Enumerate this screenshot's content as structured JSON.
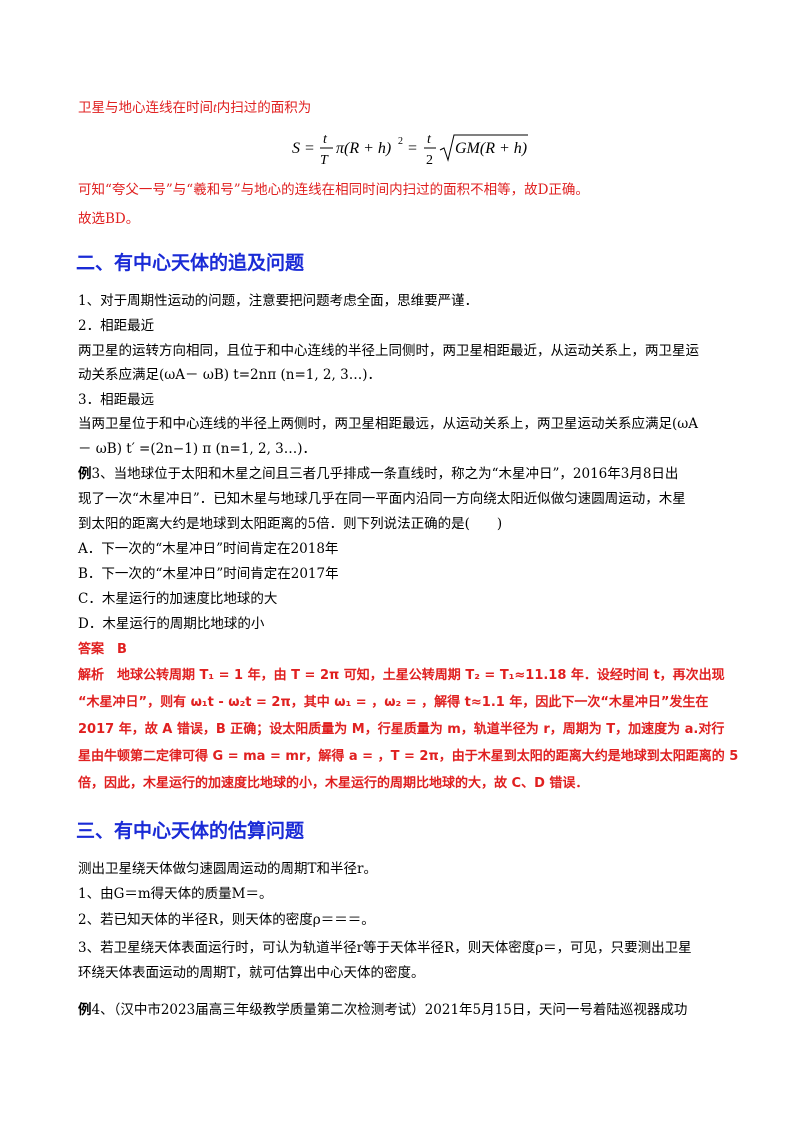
{
  "intro": {
    "line1_a": "卫星与地心连线在时间",
    "line1_var": "t",
    "line1_b": "内扫过的面积为",
    "conclusion": "可知“夸父一号”与“羲和号”与地心的连线在相同时间内扫过的面积不相等，故D正确。",
    "choice": "故选BD。"
  },
  "formula": {
    "lhs": "S",
    "eq": "=",
    "frac1_num": "t",
    "frac1_den": "T",
    "mid": "π(R + h)",
    "exp": "2",
    "eq2": "=",
    "frac2_num": "t",
    "frac2_den": "2",
    "root": "GM(R + h)"
  },
  "section2": {
    "title": "二、有中心天体的追及问题",
    "p1": "1、对于周期性运动的问题，注意要把问题考虑全面，思维要严谨．",
    "p2": "2．相距最近",
    "p3": "两卫星的运转方向相同，且位于和中心连线的半径上同侧时，两卫星相距最近，从运动关系上，两卫星运",
    "p4": "动关系应满足(ωA－ ωB) t=2nπ (n=1, 2, 3…)．",
    "p5": "3．相距最远",
    "p6": "当两卫星位于和中心连线的半径上两侧时，两卫星相距最远，从运动关系上，两卫星运动关系应满足(ωA",
    "p7": "－ ωB) t′ =(2n−1) π (n=1, 2, 3…)．"
  },
  "example3": {
    "label": "例",
    "l1": "3、当地球位于太阳和木星之间且三者几乎排成一条直线时，称之为“木星冲日”，2016年3月8日出",
    "l2": "现了一次“木星冲日”．已知木星与地球几乎在同一平面内沿同一方向绕太阳近似做匀速圆周运动，木星",
    "l3": "到太阳的距离大约是地球到太阳距离的5倍．则下列说法正确的是(　　)",
    "options": [
      "A．下一次的“木星冲日”时间肯定在2018年",
      "B．下一次的“木星冲日”时间肯定在2017年",
      "C．木星运行的加速度比地球的大",
      "D．木星运行的周期比地球的小"
    ],
    "answer": "答案　B",
    "analysis": [
      "解析　地球公转周期 T₁ = 1 年，由 T = 2π 可知，土星公转周期 T₂ = T₁≈11.18 年．设经时间 t，再次出现",
      "“木星冲日”，则有 ω₁t - ω₂t = 2π，其中 ω₁ = ，ω₂ = ，解得 t≈1.1 年，因此下一次“木星冲日”发生在",
      "2017 年，故 A 错误，B 正确；设太阳质量为 M，行星质量为 m，轨道半径为 r，周期为 T，加速度为 a.对行",
      "星由牛顿第二定律可得 G = ma = mr，解得 a = ，T = 2π，由于木星到太阳的距离大约是地球到太阳距离的 5",
      "倍，因此，木星运行的加速度比地球的小，木星运行的周期比地球的大，故 C、D 错误．"
    ]
  },
  "section3": {
    "title": "三、有中心天体的估算问题",
    "p1": "测出卫星绕天体做匀速圆周运动的周期T和半径r。",
    "p2": "1、由G＝m得天体的质量M＝。",
    "p3": "2、若已知天体的半径R，则天体的密度ρ＝＝＝。",
    "p4": "3、若卫星绕天体表面运行时，可认为轨道半径r等于天体半径R，则天体密度ρ＝，可见，只要测出卫星",
    "p5": "环绕天体表面运动的周期T，就可估算出中心天体的密度。"
  },
  "example4": {
    "label": "例",
    "l1": "4、（汉中市2023届高三年级教学质量第二次检测考试）2021年5月15日，天问一号着陆巡视器成功"
  }
}
